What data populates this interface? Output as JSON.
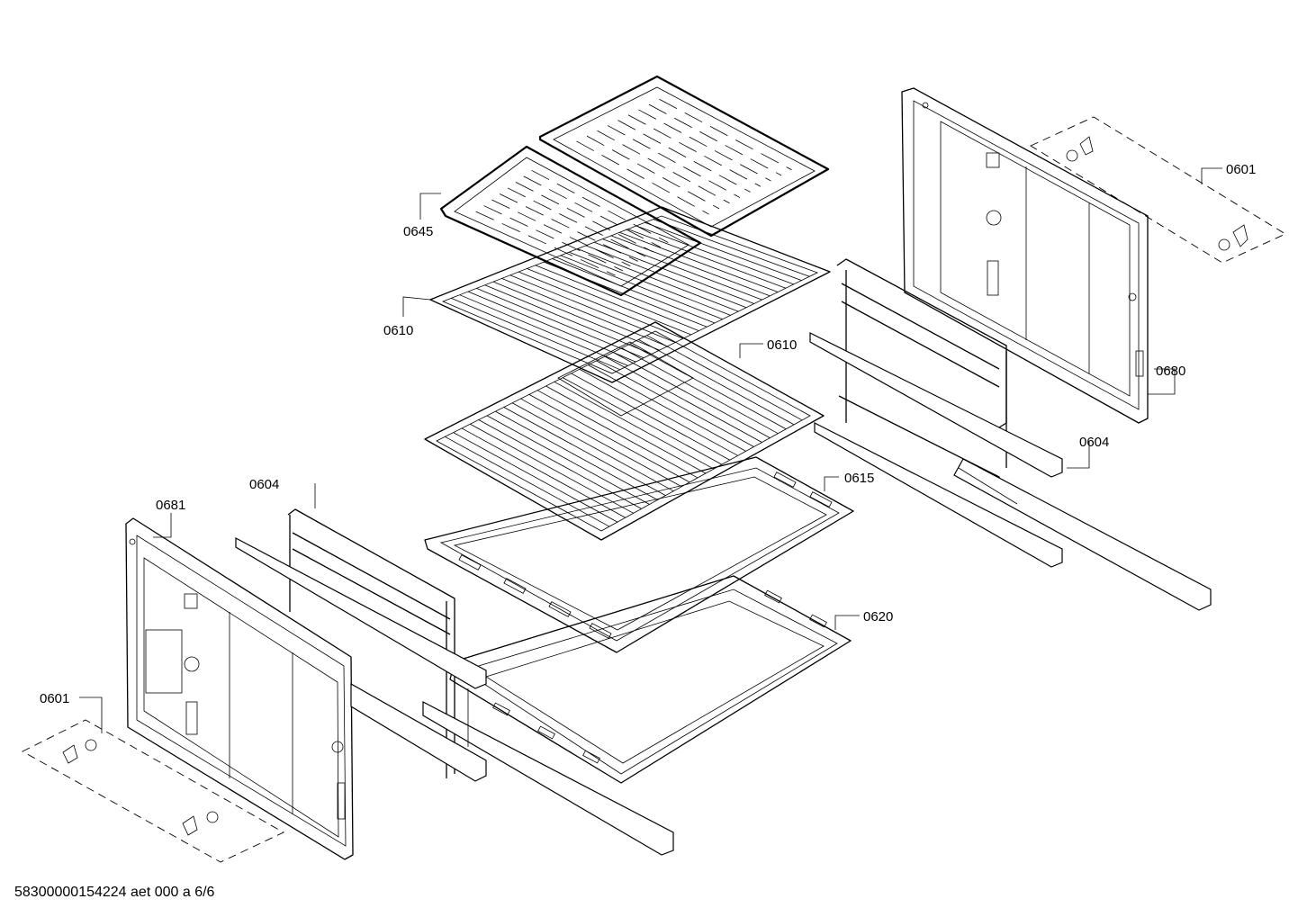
{
  "labels": {
    "grill_pan_insert": "0645",
    "wire_rack_top": "0610",
    "wire_rack_bottom": "0610",
    "baking_tray": "0615",
    "deep_tray": "0620",
    "shelf_support_right": "0604",
    "shelf_support_left": "0604",
    "side_panel_right": "0680",
    "side_panel_left": "0681",
    "fixing_kit_right": "0601",
    "fixing_kit_left": "0601"
  },
  "footer": "58300000154224 aet 000 a 6/6"
}
